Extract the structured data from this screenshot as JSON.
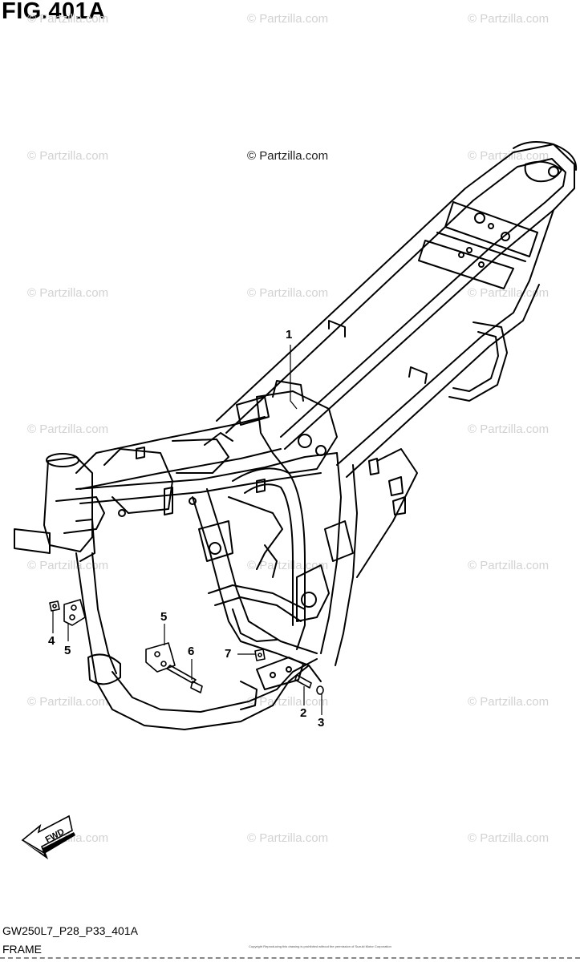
{
  "figure": {
    "title": "FIG.401A",
    "code": "GW250L7_P28_P33_401A",
    "name": "FRAME",
    "copyright_note": "Copyright\nReproducing this drawing is prohibited without the permission of Suzuki Motor Corporation"
  },
  "watermark": {
    "text": "© Partzilla.com",
    "color": "#d2d2d2"
  },
  "callouts": [
    {
      "id": "1",
      "label": "1"
    },
    {
      "id": "2",
      "label": "2"
    },
    {
      "id": "3",
      "label": "3"
    },
    {
      "id": "4",
      "label": "4"
    },
    {
      "id": "5a",
      "label": "5"
    },
    {
      "id": "5b",
      "label": "5"
    },
    {
      "id": "6",
      "label": "6"
    },
    {
      "id": "7",
      "label": "7"
    }
  ],
  "fwd_arrow": {
    "label": "FWD"
  }
}
